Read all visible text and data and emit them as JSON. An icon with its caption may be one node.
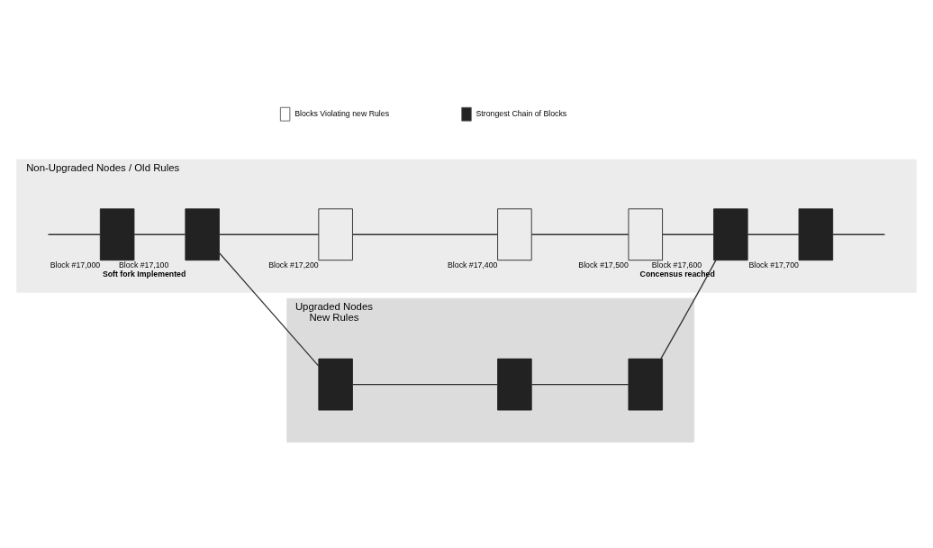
{
  "diagram": {
    "nodes": [
      {
        "text": [
          "Upgraded Nodes",
          "New Rules"
        ]
      },
      {
        "text": [
          "Non-Upgraded Nodes / Old Rules"
        ]
      },
      {
        "text": [],
        "shape": "box",
        "in": 0
      },
      {
        "text": [],
        "shape": "box",
        "in": 0
      },
      {
        "text": [],
        "shape": "box",
        "in": 0
      },
      {
        "text": [],
        "shape": "box",
        "in": 1,
        "beside": [
          "Block #17,000"
        ]
      },
      {
        "text": [],
        "shape": "box",
        "in": 1,
        "beside": [
          "Block #17,100",
          "Soft fork Implemented"
        ]
      },
      {
        "text": [],
        "shape": "box",
        "in": 1,
        "beside": [
          "Block #17,200"
        ]
      },
      {
        "text": [],
        "shape": "box",
        "in": 1,
        "beside": [
          "Block #17,400"
        ]
      },
      {
        "text": [],
        "shape": "box",
        "in": 1,
        "beside": [
          "Block #17,500"
        ]
      },
      {
        "text": [],
        "shape": "box",
        "in": 1,
        "beside": [
          "Block #17,600",
          "Concensus reached"
        ]
      },
      {
        "text": [],
        "shape": "box",
        "in": 1,
        "beside": [
          "Block #17,700"
        ]
      }
    ],
    "edges": [
      {
        "from": null,
        "to": 5,
        "arrow": "none"
      },
      {
        "from": 5,
        "to": 6,
        "arrow": "none"
      },
      {
        "from": 6,
        "to": 2,
        "arrow": "none"
      },
      {
        "from": 2,
        "to": 3,
        "arrow": "none"
      },
      {
        "from": 3,
        "to": 4,
        "arrow": "none"
      },
      {
        "from": 4,
        "to": 10,
        "arrow": "none"
      },
      {
        "from": 6,
        "to": 7,
        "arrow": "none"
      },
      {
        "from": 7,
        "to": 8,
        "arrow": "none"
      },
      {
        "from": 8,
        "to": 9,
        "arrow": "none"
      },
      {
        "from": 9,
        "to": 10,
        "arrow": "none"
      },
      {
        "from": 10,
        "to": 11,
        "arrow": "none"
      },
      {
        "from": 11,
        "to": null,
        "arrow": "none"
      }
    ],
    "legend": [
      {
        "text": "Blocks Violating new Rules",
        "color": "#ffffff"
      },
      {
        "text": "Strongest Chain of Blocks",
        "color": "#222222"
      }
    ]
  }
}
